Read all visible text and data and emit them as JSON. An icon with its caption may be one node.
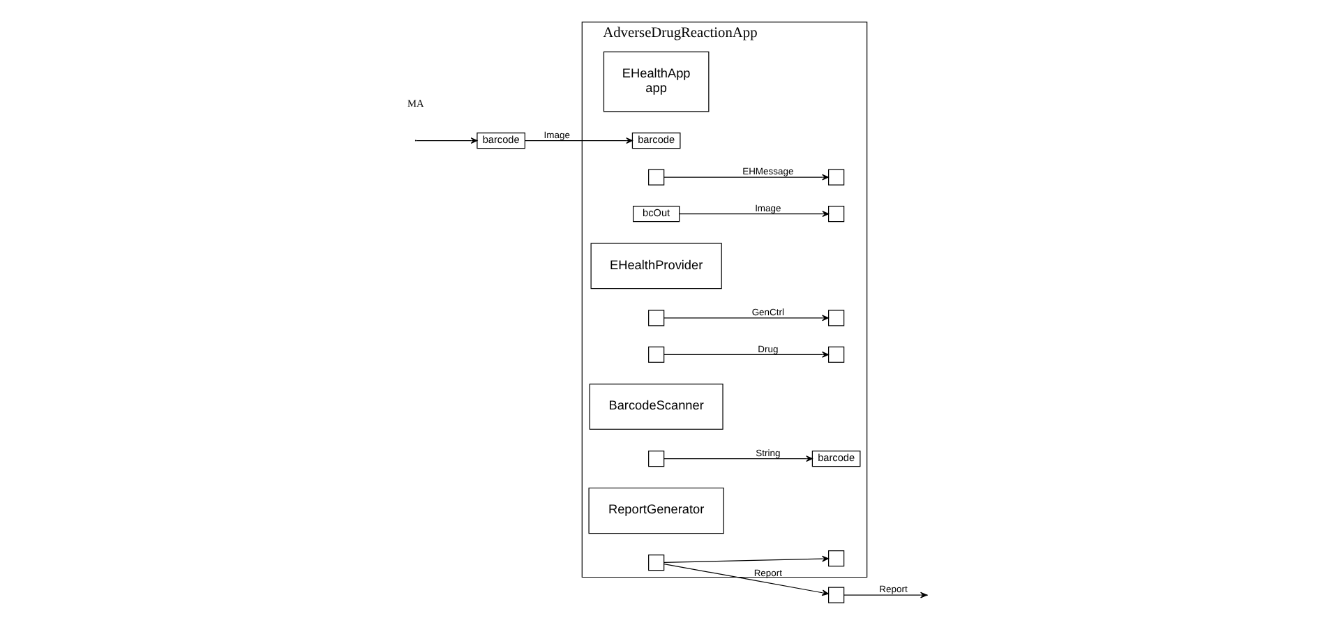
{
  "diagram": {
    "nodes": [
      {
        "text": [
          "AdverseDrugReactionApp"
        ]
      },
      {
        "text": [
          "barcode"
        ]
      },
      {
        "text": [],
        "shape": "box"
      },
      {
        "text": [
          "EHealthApp",
          "app"
        ],
        "in": 0
      },
      {
        "text": [
          "barcode"
        ],
        "in": 0
      },
      {
        "text": [],
        "shape": "box",
        "in": 0
      },
      {
        "text": [
          "bcOut"
        ],
        "in": 0
      },
      {
        "text": [],
        "shape": "box",
        "in": 0
      },
      {
        "text": [
          "EHealthProvider"
        ],
        "in": 0
      },
      {
        "text": [],
        "shape": "box",
        "in": 0
      },
      {
        "text": [
          "barcode"
        ],
        "in": 0
      },
      {
        "text": [],
        "shape": "box",
        "in": 0
      },
      {
        "text": [],
        "shape": "box",
        "in": 0
      },
      {
        "text": [
          "BarcodeScanner"
        ],
        "in": 0
      },
      {
        "text": [],
        "shape": "box",
        "in": 0
      },
      {
        "text": [],
        "shape": "box",
        "in": 0
      },
      {
        "text": [
          "ReportGenerator"
        ],
        "in": 0
      },
      {
        "text": [],
        "shape": "box",
        "in": 0
      },
      {
        "text": [],
        "shape": "box",
        "in": 0
      },
      {
        "text": [],
        "shape": "box",
        "in": 0
      }
    ],
    "edges": [
      {
        "from": null,
        "to": 1,
        "arrow": "to"
      },
      {
        "from": 1,
        "to": 4,
        "arrow": "to",
        "label": "Image"
      },
      {
        "from": 5,
        "to": 9,
        "arrow": "to",
        "label": "EHMessage"
      },
      {
        "from": 6,
        "to": 14,
        "arrow": "to",
        "label": "Image"
      },
      {
        "from": 15,
        "to": 10,
        "arrow": "to",
        "label": "String"
      },
      {
        "from": 11,
        "to": 18,
        "arrow": "to",
        "label": "GenCtrl"
      },
      {
        "from": 12,
        "to": 19,
        "arrow": "to",
        "label": "Drug"
      },
      {
        "from": 17,
        "to": 2,
        "arrow": "to",
        "label": "Report"
      },
      {
        "from": 17,
        "to": 7,
        "arrow": "to"
      },
      {
        "from": 2,
        "to": null,
        "arrow": "to",
        "label": "Report"
      }
    ],
    "labels": [
      "MA"
    ]
  }
}
